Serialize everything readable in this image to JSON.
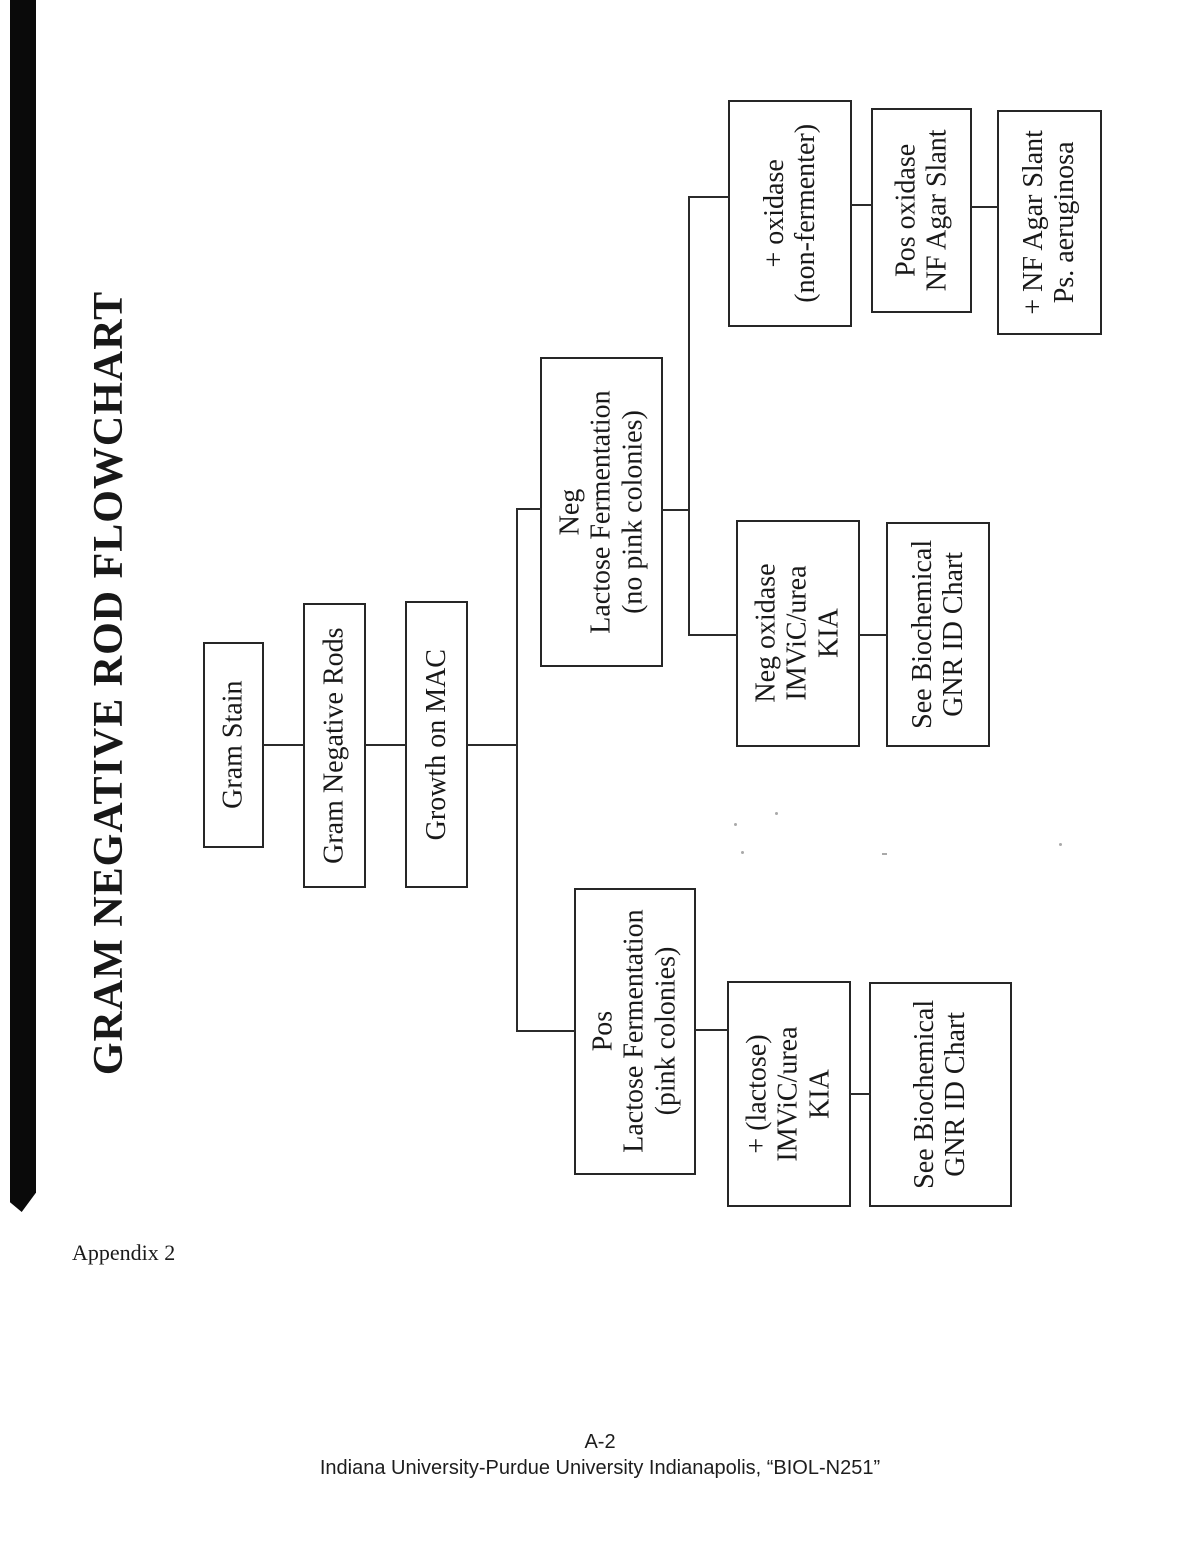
{
  "page": {
    "title": "GRAM NEGATIVE ROD FLOWCHART",
    "appendix_label": "Appendix 2",
    "footer": {
      "page_number": "A-2",
      "attribution": "Indiana University-Purdue University Indianapolis, “BIOL-N251”"
    }
  },
  "flowchart": {
    "nodes": [
      {
        "id": "gram-stain",
        "lines": [
          "Gram Stain"
        ]
      },
      {
        "id": "gram-negative-rods",
        "lines": [
          "Gram Negative Rods"
        ]
      },
      {
        "id": "growth-on-mac",
        "lines": [
          "Growth on MAC"
        ]
      },
      {
        "id": "neg-lactose-fermentation",
        "lines": [
          "Neg",
          "Lactose Fermentation",
          "(no pink colonies)"
        ]
      },
      {
        "id": "pos-lactose-fermentation",
        "lines": [
          "Pos",
          "Lactose Fermentation",
          "(pink colonies)"
        ]
      },
      {
        "id": "plus-oxidase",
        "lines": [
          "+ oxidase",
          "(non-fermenter)"
        ]
      },
      {
        "id": "pos-oxidase-nf-agar",
        "lines": [
          "Pos oxidase",
          "NF Agar Slant"
        ]
      },
      {
        "id": "nf-agar-ps-aeruginosa",
        "lines": [
          "+ NF Agar Slant",
          "Ps. aeruginosa"
        ]
      },
      {
        "id": "neg-oxidase-imvic",
        "lines": [
          "Neg oxidase",
          "IMViC/urea",
          "KIA"
        ]
      },
      {
        "id": "see-biochemical-neg",
        "lines": [
          "See Biochemical",
          "GNR ID Chart"
        ]
      },
      {
        "id": "plus-lactose-imvic",
        "lines": [
          "+ (lactose)",
          "IMViC/urea",
          "KIA"
        ]
      },
      {
        "id": "see-biochemical-pos",
        "lines": [
          "See Biochemical",
          "GNR ID Chart"
        ]
      }
    ]
  },
  "colors": {
    "ink": "#1a1a1a",
    "scan_bar": "#0a0a0a",
    "paper": "#ffffff"
  }
}
